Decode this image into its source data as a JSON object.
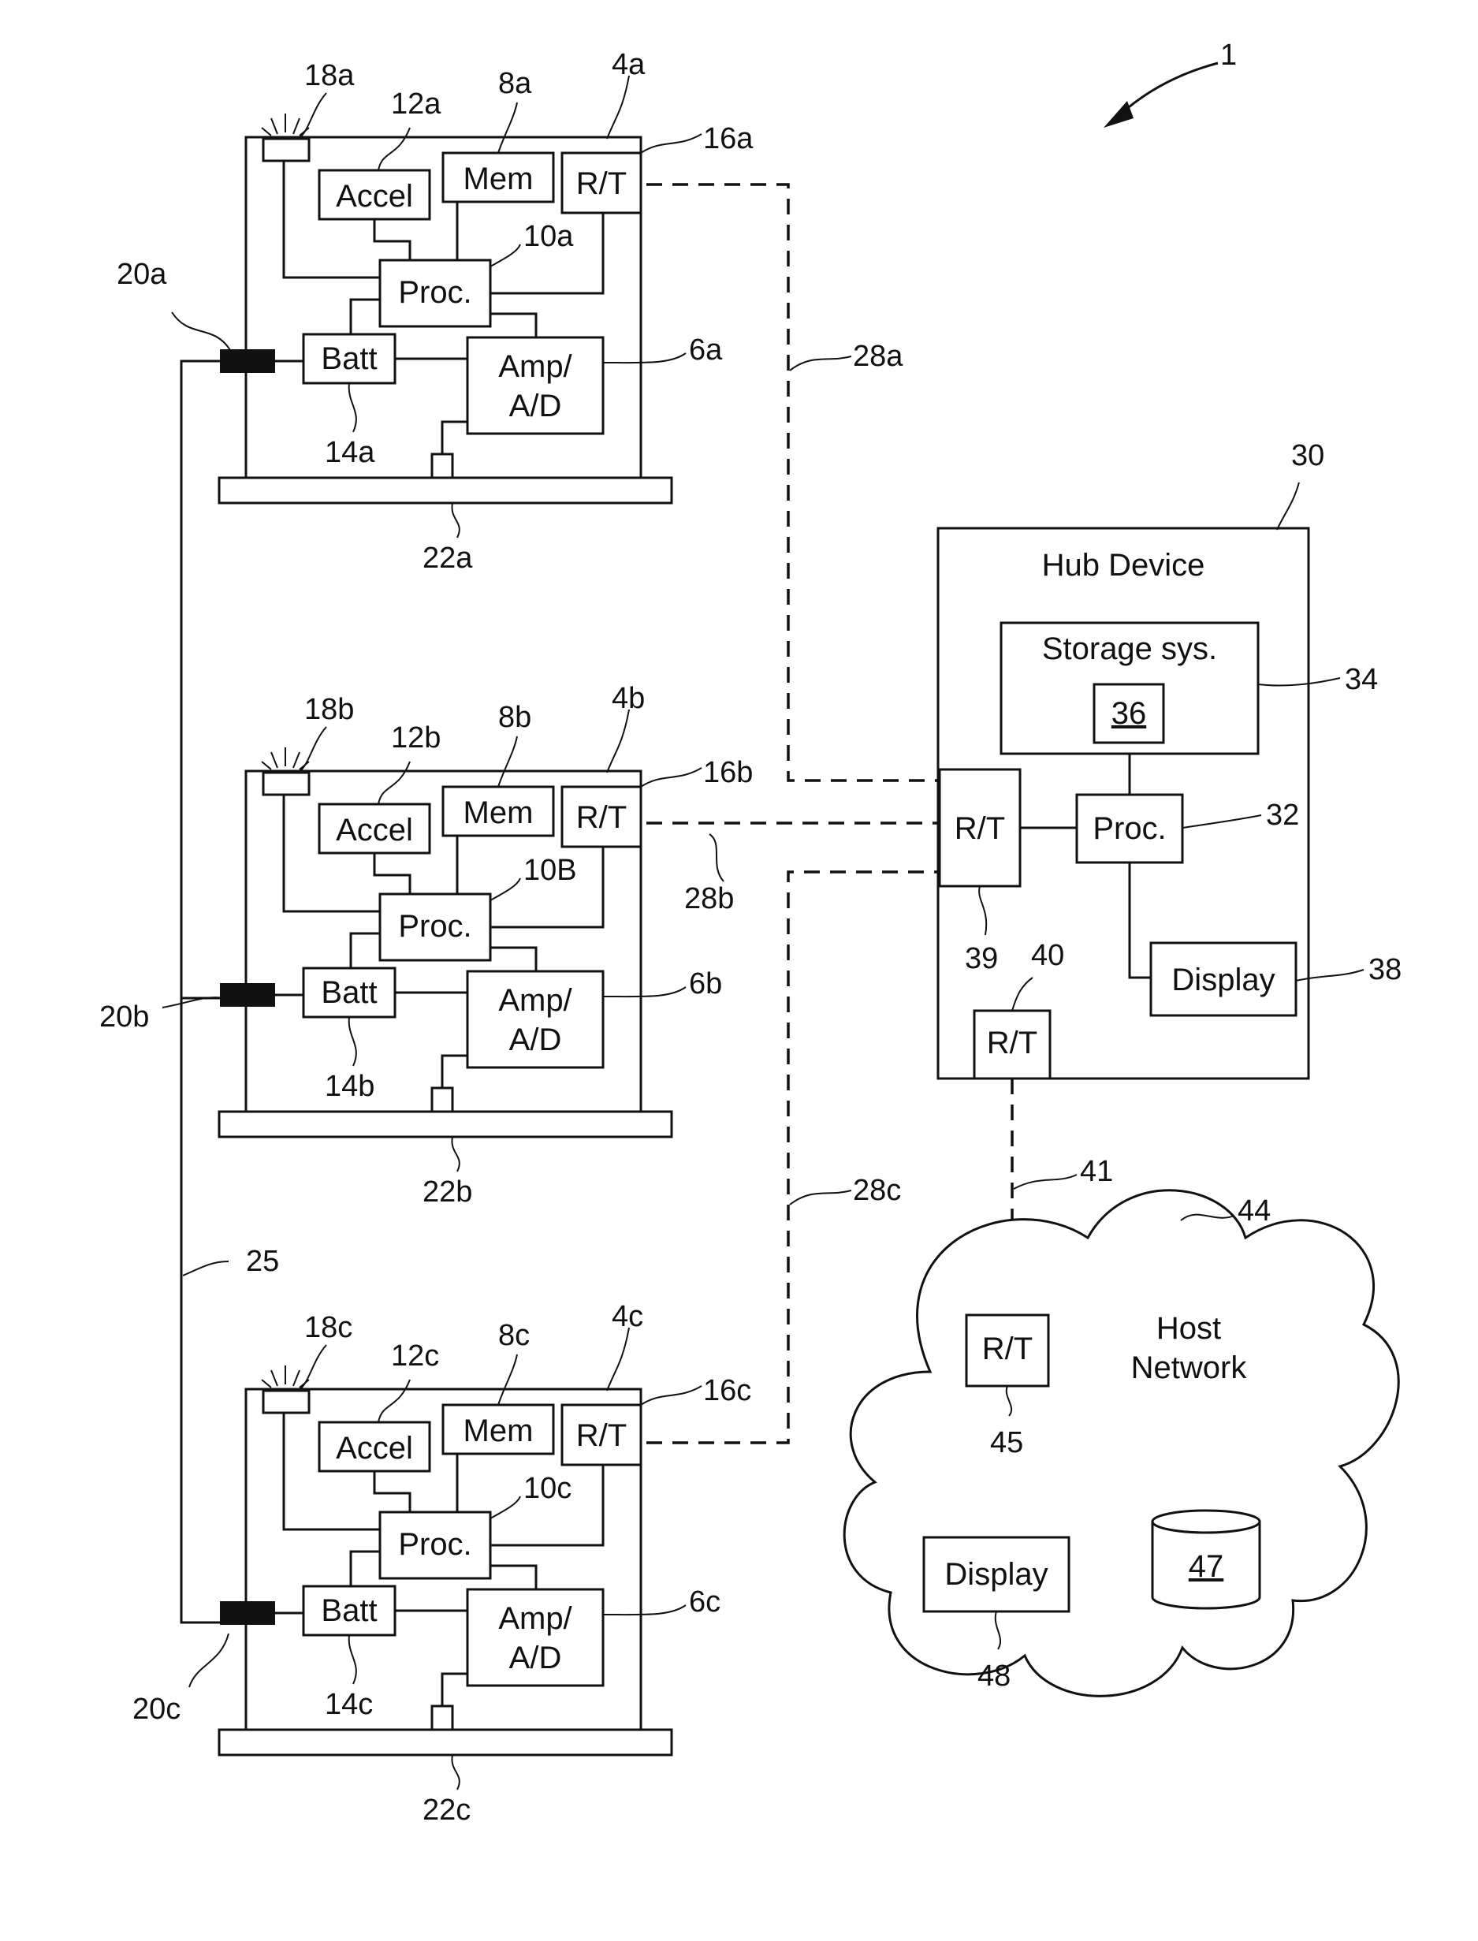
{
  "figure_number": "1",
  "sensor_units": [
    {
      "labels": {
        "accel": "Accel",
        "mem": "Mem",
        "rt": "R/T",
        "proc": "Proc.",
        "batt": "Batt",
        "amp_line1": "Amp/",
        "amp_line2": "A/D"
      },
      "refs": {
        "unit": "4a",
        "amp": "6a",
        "mem": "8a",
        "proc": "10a",
        "accel": "12a",
        "batt": "14a",
        "rt": "16a",
        "light": "18a",
        "connector": "20a",
        "base": "22a"
      }
    },
    {
      "labels": {
        "accel": "Accel",
        "mem": "Mem",
        "rt": "R/T",
        "proc": "Proc.",
        "batt": "Batt",
        "amp_line1": "Amp/",
        "amp_line2": "A/D"
      },
      "refs": {
        "unit": "4b",
        "amp": "6b",
        "mem": "8b",
        "proc": "10B",
        "accel": "12b",
        "batt": "14b",
        "rt": "16b",
        "light": "18b",
        "connector": "20b",
        "base": "22b"
      }
    },
    {
      "labels": {
        "accel": "Accel",
        "mem": "Mem",
        "rt": "R/T",
        "proc": "Proc.",
        "batt": "Batt",
        "amp_line1": "Amp/",
        "amp_line2": "A/D"
      },
      "refs": {
        "unit": "4c",
        "amp": "6c",
        "mem": "8c",
        "proc": "10c",
        "accel": "12c",
        "batt": "14c",
        "rt": "16c",
        "light": "18c",
        "connector": "20c",
        "base": "22c"
      }
    }
  ],
  "links": {
    "a": "28a",
    "b": "28b",
    "c": "28c",
    "host_link": "41",
    "wire": "25"
  },
  "hub": {
    "title": "Hub Device",
    "ref": "30",
    "storage_label": "Storage sys.",
    "storage_ref": "34",
    "storage_inner": "36",
    "proc_label": "Proc.",
    "proc_ref": "32",
    "display_label": "Display",
    "display_ref": "38",
    "rt_label": "R/T",
    "rt_ref": "39",
    "rt2_label": "R/T",
    "rt2_ref": "40"
  },
  "host": {
    "title_line1": "Host",
    "title_line2": "Network",
    "ref": "44",
    "rt_label": "R/T",
    "rt_ref": "45",
    "display_label": "Display",
    "display_ref": "48",
    "db_label": "47"
  }
}
